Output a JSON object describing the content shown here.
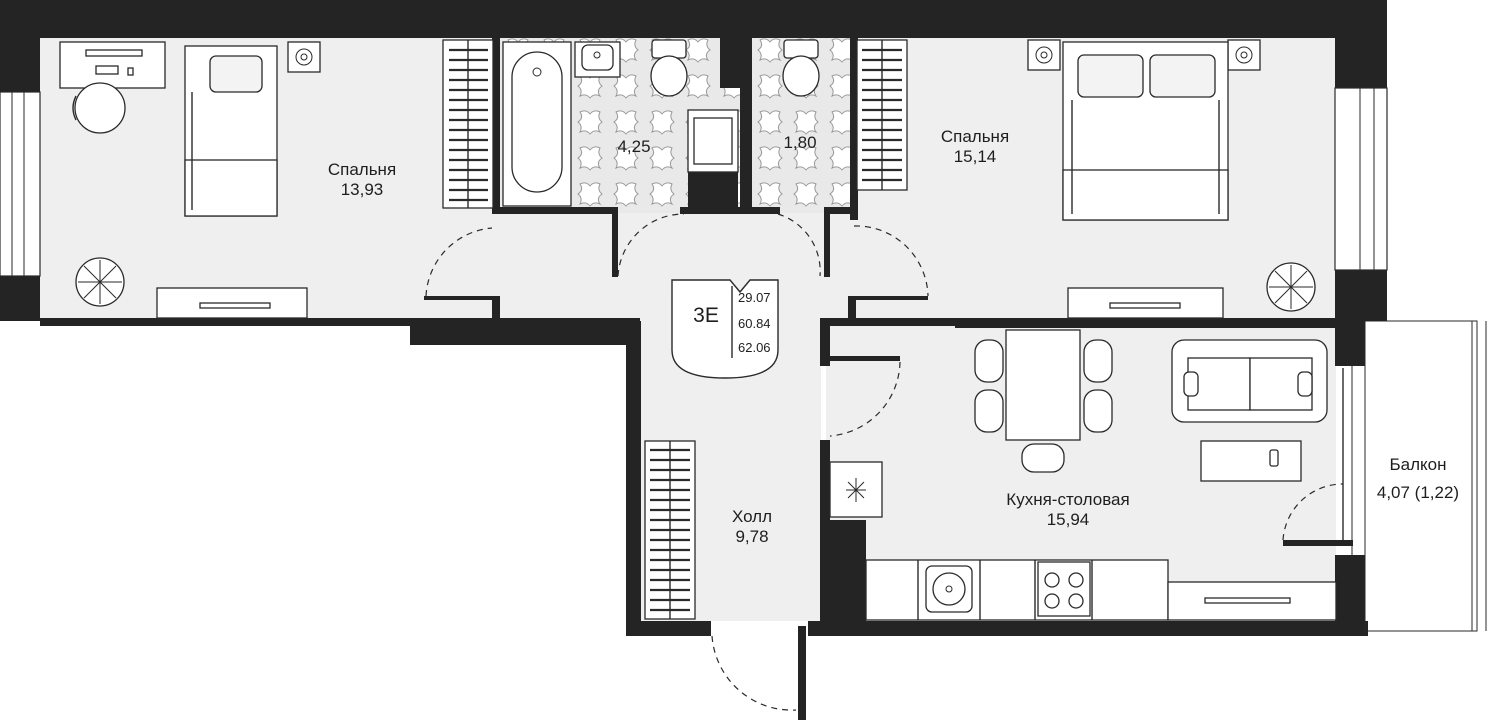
{
  "colors": {
    "wall": "#242424",
    "floor": "#efefef",
    "tile_floor": "#e6e6e6",
    "outline": "#2a2a2a"
  },
  "apartment": {
    "code": "3E",
    "areas": [
      "29.07",
      "60.84",
      "62.06"
    ]
  },
  "rooms": {
    "bedroom_left": {
      "name": "Спальня",
      "area": "13,93"
    },
    "bathroom": {
      "area": "4,25"
    },
    "toilet": {
      "area": "1,80"
    },
    "bedroom_right": {
      "name": "Спальня",
      "area": "15,14"
    },
    "hall": {
      "name": "Холл",
      "area": "9,78"
    },
    "kitchen": {
      "name": "Кухня-столовая",
      "area": "15,94"
    },
    "balcony": {
      "name": "Балкон",
      "area": "4,07 (1,22)"
    }
  },
  "icons": [
    "bed-icon",
    "desk-icon",
    "chair-icon",
    "plant-icon",
    "wardrobe-icon",
    "bathtub-icon",
    "sink-icon",
    "toilet-icon",
    "washing-machine-icon",
    "dining-table-icon",
    "sofa-icon",
    "stove-icon",
    "ventilation-icon",
    "door-swing-icon"
  ]
}
